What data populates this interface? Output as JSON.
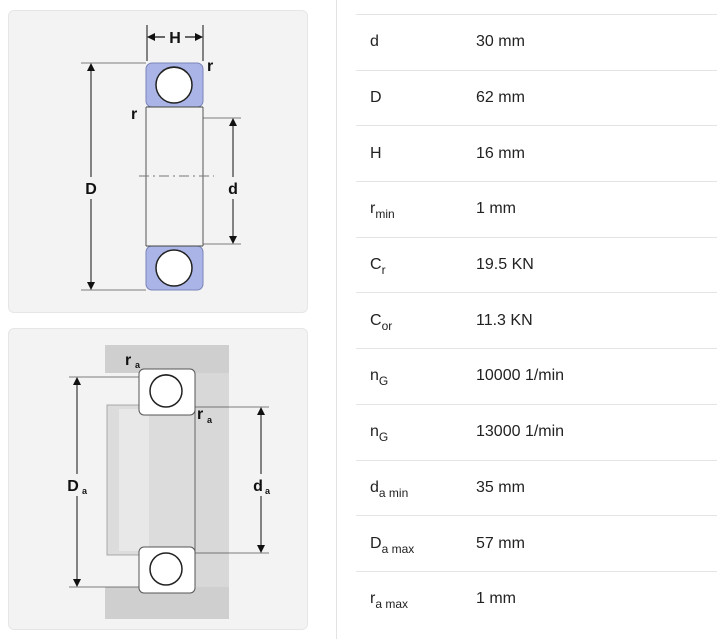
{
  "diagram_top": {
    "label_H": "H",
    "label_r_top": "r",
    "label_r_left": "r",
    "label_D": "D",
    "label_d": "d"
  },
  "diagram_bottom": {
    "label_ra_top": "r",
    "label_ra_top_sub": "a",
    "label_ra_mid": "r",
    "label_ra_mid_sub": "a",
    "label_Da": "D",
    "label_Da_sub": "a",
    "label_da": "d",
    "label_da_sub": "a"
  },
  "specs": [
    {
      "sym": "d",
      "sub": "",
      "value": "30 mm"
    },
    {
      "sym": "D",
      "sub": "",
      "value": "62 mm"
    },
    {
      "sym": "H",
      "sub": "",
      "value": "16 mm"
    },
    {
      "sym": "r",
      "sub": "min",
      "value": "1 mm"
    },
    {
      "sym": "C",
      "sub": "r",
      "value": "19.5 KN"
    },
    {
      "sym": "C",
      "sub": "or",
      "value": "11.3 KN"
    },
    {
      "sym": "n",
      "sub": "G",
      "value": "10000 1/min"
    },
    {
      "sym": "n",
      "sub": "G",
      "value": "13000 1/min"
    },
    {
      "sym": "d",
      "sub": "a min",
      "value": "35 mm"
    },
    {
      "sym": "D",
      "sub": "a max",
      "value": "57 mm"
    },
    {
      "sym": "r",
      "sub": "a max",
      "value": "1 mm"
    }
  ]
}
